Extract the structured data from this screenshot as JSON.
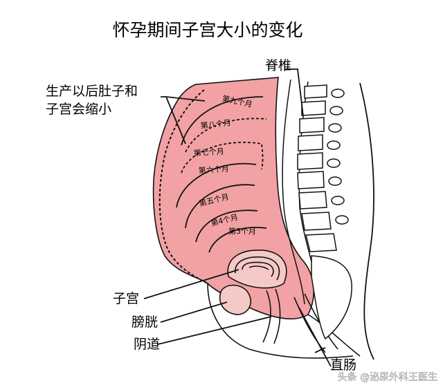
{
  "title": "怀孕期间子宫大小的变化",
  "labels": {
    "spine": "脊椎",
    "shrink_line1": "生产以后肚子和",
    "shrink_line2": "子宫会缩小",
    "uterus": "子宫",
    "bladder": "膀胱",
    "vagina": "阴道",
    "rectum": "直肠"
  },
  "months": [
    "第九个月",
    "第八个月",
    "第七个月",
    "第六个月",
    "第五个月",
    "第4个月",
    "第3个月"
  ],
  "watermark": "头条 @泌尿外科王医生",
  "colors": {
    "uterus_fill": "#f2a2a4",
    "tissue_fill": "#f5c9c6",
    "line": "#111111"
  }
}
